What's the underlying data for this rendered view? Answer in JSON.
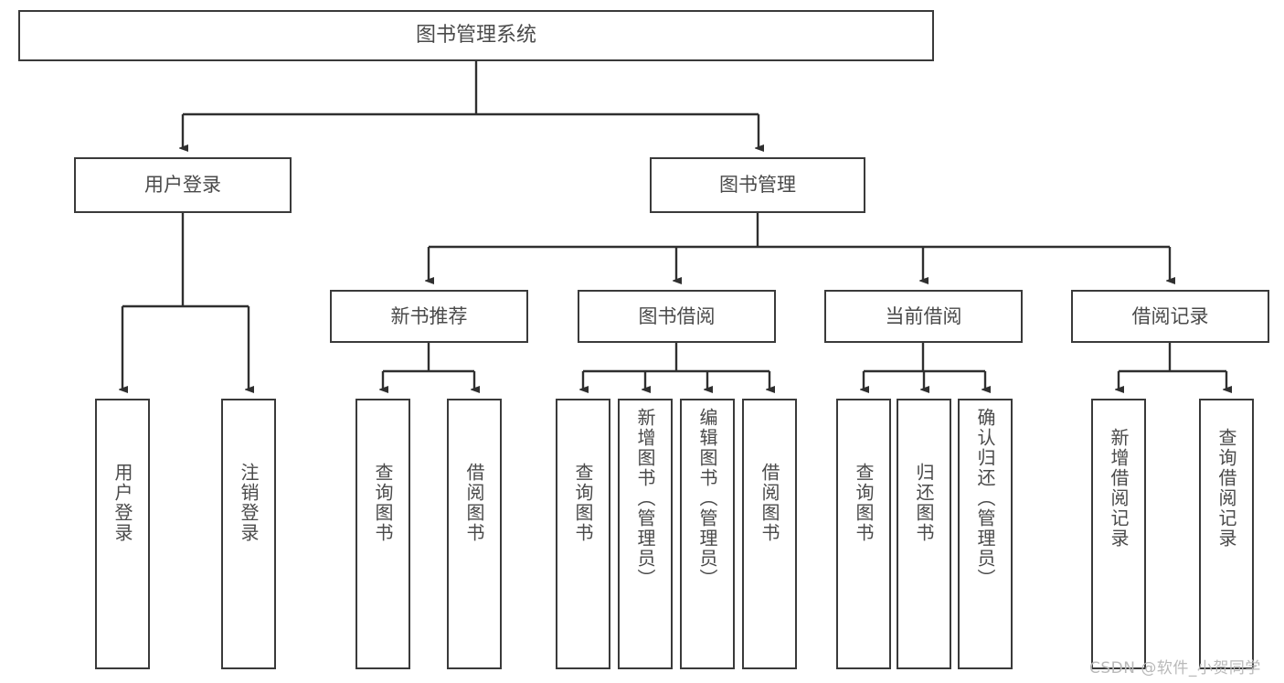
{
  "diagram": {
    "title": "图书管理系统",
    "type": "tree-structure-diagram",
    "colors": {
      "border": "#3a3a3a",
      "text": "#4a4a4a",
      "background": "#ffffff",
      "connector": "#2f2f2f",
      "watermark": "#b9b9b9"
    },
    "root": {
      "label": "图书管理系统"
    },
    "level1": [
      {
        "label": "用户登录"
      },
      {
        "label": "图书管理"
      }
    ],
    "level2": [
      {
        "label": "新书推荐"
      },
      {
        "label": "图书借阅"
      },
      {
        "label": "当前借阅"
      },
      {
        "label": "借阅记录"
      }
    ],
    "leaves": {
      "user_login": [
        {
          "label": "用户登录"
        },
        {
          "label": "注销登录"
        }
      ],
      "new_book_recommend": [
        {
          "label": "查询图书"
        },
        {
          "label": "借阅图书"
        }
      ],
      "book_borrow": [
        {
          "label": "查询图书"
        },
        {
          "label": "新增图书（管理员）"
        },
        {
          "label": "编辑图书（管理员）"
        },
        {
          "label": "借阅图书"
        }
      ],
      "current_borrow": [
        {
          "label": "查询图书"
        },
        {
          "label": "归还图书"
        },
        {
          "label": "确认归还（管理员）"
        }
      ],
      "borrow_record": [
        {
          "label": "新增借阅记录"
        },
        {
          "label": "查询借阅记录"
        }
      ]
    },
    "watermark": "CSDN @软件_小贺同学"
  }
}
